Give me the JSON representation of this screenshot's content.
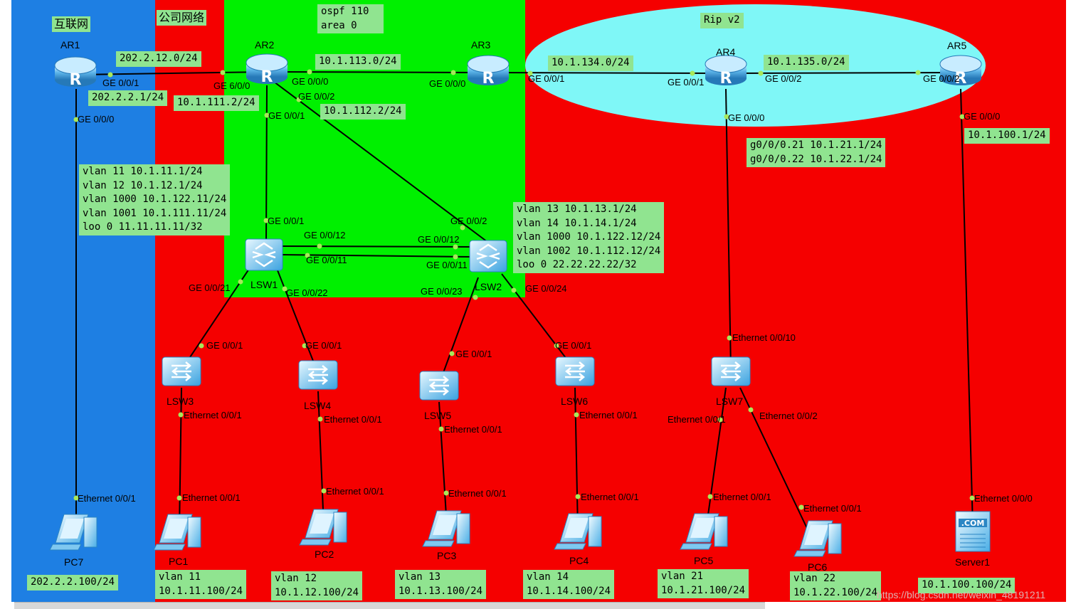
{
  "colors": {
    "internet_zone": "#1e7fe3",
    "company_zone": "#f50000",
    "ospf_zone": "#00f000",
    "rip_zone": "#7ff7f7",
    "label_bg": "#90e490",
    "link": "#000000",
    "port_dot": "#a8e85a"
  },
  "zones": {
    "internet": "互联网",
    "company": "公司网络",
    "ospf": "ospf 110\narea 0",
    "rip": "Rip v2"
  },
  "devices": {
    "ar1": {
      "name": "AR1",
      "type": "router-icon"
    },
    "ar2": {
      "name": "AR2",
      "type": "router-icon"
    },
    "ar3": {
      "name": "AR3",
      "type": "router-icon"
    },
    "ar4": {
      "name": "AR4",
      "type": "router-icon"
    },
    "ar5": {
      "name": "AR5",
      "type": "router-icon"
    },
    "lsw1": {
      "name": "LSW1",
      "type": "core-switch-icon"
    },
    "lsw2": {
      "name": "LSW2",
      "type": "core-switch-icon"
    },
    "lsw3": {
      "name": "LSW3",
      "type": "switch-icon"
    },
    "lsw4": {
      "name": "LSW4",
      "type": "switch-icon"
    },
    "lsw5": {
      "name": "LSW5",
      "type": "switch-icon"
    },
    "lsw6": {
      "name": "LSW6",
      "type": "switch-icon"
    },
    "lsw7": {
      "name": "LSW7",
      "type": "switch-icon"
    },
    "pc1": {
      "name": "PC1",
      "type": "pc-icon"
    },
    "pc2": {
      "name": "PC2",
      "type": "pc-icon"
    },
    "pc3": {
      "name": "PC3",
      "type": "pc-icon"
    },
    "pc4": {
      "name": "PC4",
      "type": "pc-icon"
    },
    "pc5": {
      "name": "PC5",
      "type": "pc-icon"
    },
    "pc6": {
      "name": "PC6",
      "type": "pc-icon"
    },
    "pc7": {
      "name": "PC7",
      "type": "pc-icon"
    },
    "server1": {
      "name": "Server1",
      "type": "server-icon"
    }
  },
  "labels": {
    "net_202_2_12": "202.2.12.0/24",
    "ar1_ip": "202.2.2.1/24",
    "ar2_ip_111": "10.1.111.2/24",
    "net_113": "10.1.113.0/24",
    "ar2_ip_112": "10.1.112.2/24",
    "net_134": "10.1.134.0/24",
    "net_135": "10.1.135.0/24",
    "ar4_subif": "g0/0/0.21 10.1.21.1/24\ng0/0/0.22 10.1.22.1/24",
    "ar5_ip": "10.1.100.1/24",
    "lsw1_cfg": "vlan 11 10.1.11.1/24\nvlan 12 10.1.12.1/24\nvlan 1000 10.1.122.11/24\nvlan 1001 10.1.111.11/24\nloo 0 11.11.11.11/32",
    "lsw2_cfg": "vlan 13 10.1.13.1/24\nvlan 14 10.1.14.1/24\nvlan 1000 10.1.122.12/24\nvlan 1002 10.1.112.12/24\nloo 0 22.22.22.22/32",
    "pc7_ip": "202.2.2.100/24",
    "pc1_cfg": "vlan 11\n10.1.11.100/24",
    "pc2_cfg": "vlan 12\n10.1.12.100/24",
    "pc3_cfg": "vlan 13\n10.1.13.100/24",
    "pc4_cfg": "vlan 14\n10.1.14.100/24",
    "pc5_cfg": "vlan 21\n10.1.21.100/24",
    "pc6_cfg": "vlan 22\n10.1.22.100/24",
    "server1_ip": "10.1.100.100/24"
  },
  "ports": {
    "ar1_g001": "GE 0/0/1",
    "ar1_g000": "GE 0/0/0",
    "ar2_g600": "GE 6/0/0",
    "ar2_g000": "GE 0/0/0",
    "ar2_g002": "GE 0/0/2",
    "ar2_g001": "GE 0/0/1",
    "ar3_g000": "GE 0/0/0",
    "ar3_g001": "GE 0/0/1",
    "ar4_g001": "GE 0/0/1",
    "ar4_g002": "GE 0/0/2",
    "ar4_g000": "GE 0/0/0",
    "ar5_g002": "GE 0/0/2",
    "ar5_g000": "GE 0/0/0",
    "lsw1_g001": "GE 0/0/1",
    "lsw1_g0012": "GE 0/0/12",
    "lsw1_g0011": "GE 0/0/11",
    "lsw1_g0021": "GE 0/0/21",
    "lsw1_g0022": "GE 0/0/22",
    "lsw2_g002": "GE 0/0/2",
    "lsw2_g0012": "GE 0/0/12",
    "lsw2_g0011": "GE 0/0/11",
    "lsw2_g0023": "GE 0/0/23",
    "lsw2_g0024": "GE 0/0/24",
    "lsw3_g001": "GE 0/0/1",
    "lsw3_e001": "Ethernet 0/0/1",
    "lsw4_g001": "GE 0/0/1",
    "lsw4_e001": "Ethernet 0/0/1",
    "lsw5_g001": "GE 0/0/1",
    "lsw5_e001": "Ethernet 0/0/1",
    "lsw6_g001": "GE 0/0/1",
    "lsw6_e001": "Ethernet 0/0/1",
    "lsw7_e0010": "Ethernet 0/0/10",
    "lsw7_e001": "Ethernet 0/0/1",
    "lsw7_e002": "Ethernet 0/0/2",
    "pc1_e001": "Ethernet 0/0/1",
    "pc2_e001": "Ethernet 0/0/1",
    "pc3_e001": "Ethernet 0/0/1",
    "pc4_e001": "Ethernet 0/0/1",
    "pc5_e001": "Ethernet 0/0/1",
    "pc6_e001": "Ethernet 0/0/1",
    "pc7_e001": "Ethernet 0/0/1",
    "server1_e000": "Ethernet 0/0/0"
  },
  "watermark": "https://blog.csdn.net/weixin_48191211"
}
